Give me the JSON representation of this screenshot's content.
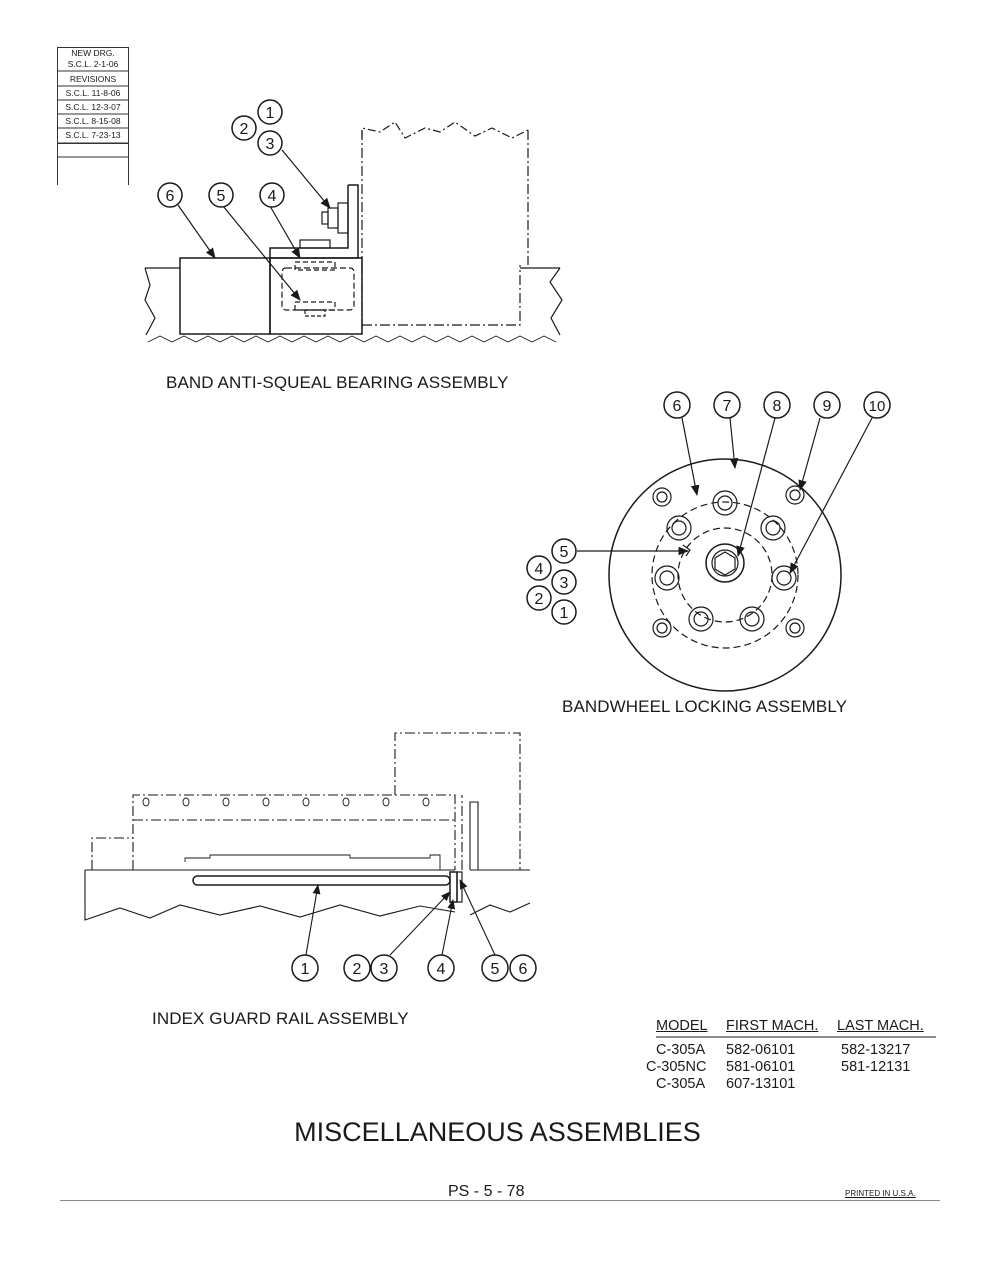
{
  "revision_block": {
    "new_drg_label": "NEW DRG.",
    "new_drg_value": "S.C.L. 2-1-06",
    "revisions_label": "REVISIONS",
    "revisions": [
      "S.C.L. 11-8-06",
      "S.C.L. 12-3-07",
      "S.C.L. 8-15-08",
      "S.C.L. 7-23-13"
    ]
  },
  "assembly1": {
    "title": "BAND ANTI-SQUEAL BEARING ASSEMBLY",
    "callouts": [
      "1",
      "2",
      "3",
      "6",
      "5",
      "4"
    ]
  },
  "assembly2": {
    "title": "BANDWHEEL LOCKING ASSEMBLY",
    "callouts": [
      "6",
      "7",
      "8",
      "9",
      "10",
      "5",
      "4",
      "3",
      "2",
      "1"
    ]
  },
  "assembly3": {
    "title": "INDEX GUARD RAIL ASSEMBLY",
    "callouts": [
      "1",
      "2",
      "3",
      "4",
      "5",
      "6"
    ]
  },
  "model_table": {
    "headers": [
      "MODEL",
      "FIRST MACH.",
      "LAST MACH."
    ],
    "rows": [
      [
        "C-305A",
        "582-06101",
        "582-13217"
      ],
      [
        "C-305NC",
        "581-06101",
        "581-12131"
      ],
      [
        "C-305A",
        "607-13101",
        ""
      ]
    ]
  },
  "page_title": "MISCELLANEOUS ASSEMBLIES",
  "page_number": "PS - 5 - 78",
  "printed_in": "PRINTED IN U.S.A."
}
